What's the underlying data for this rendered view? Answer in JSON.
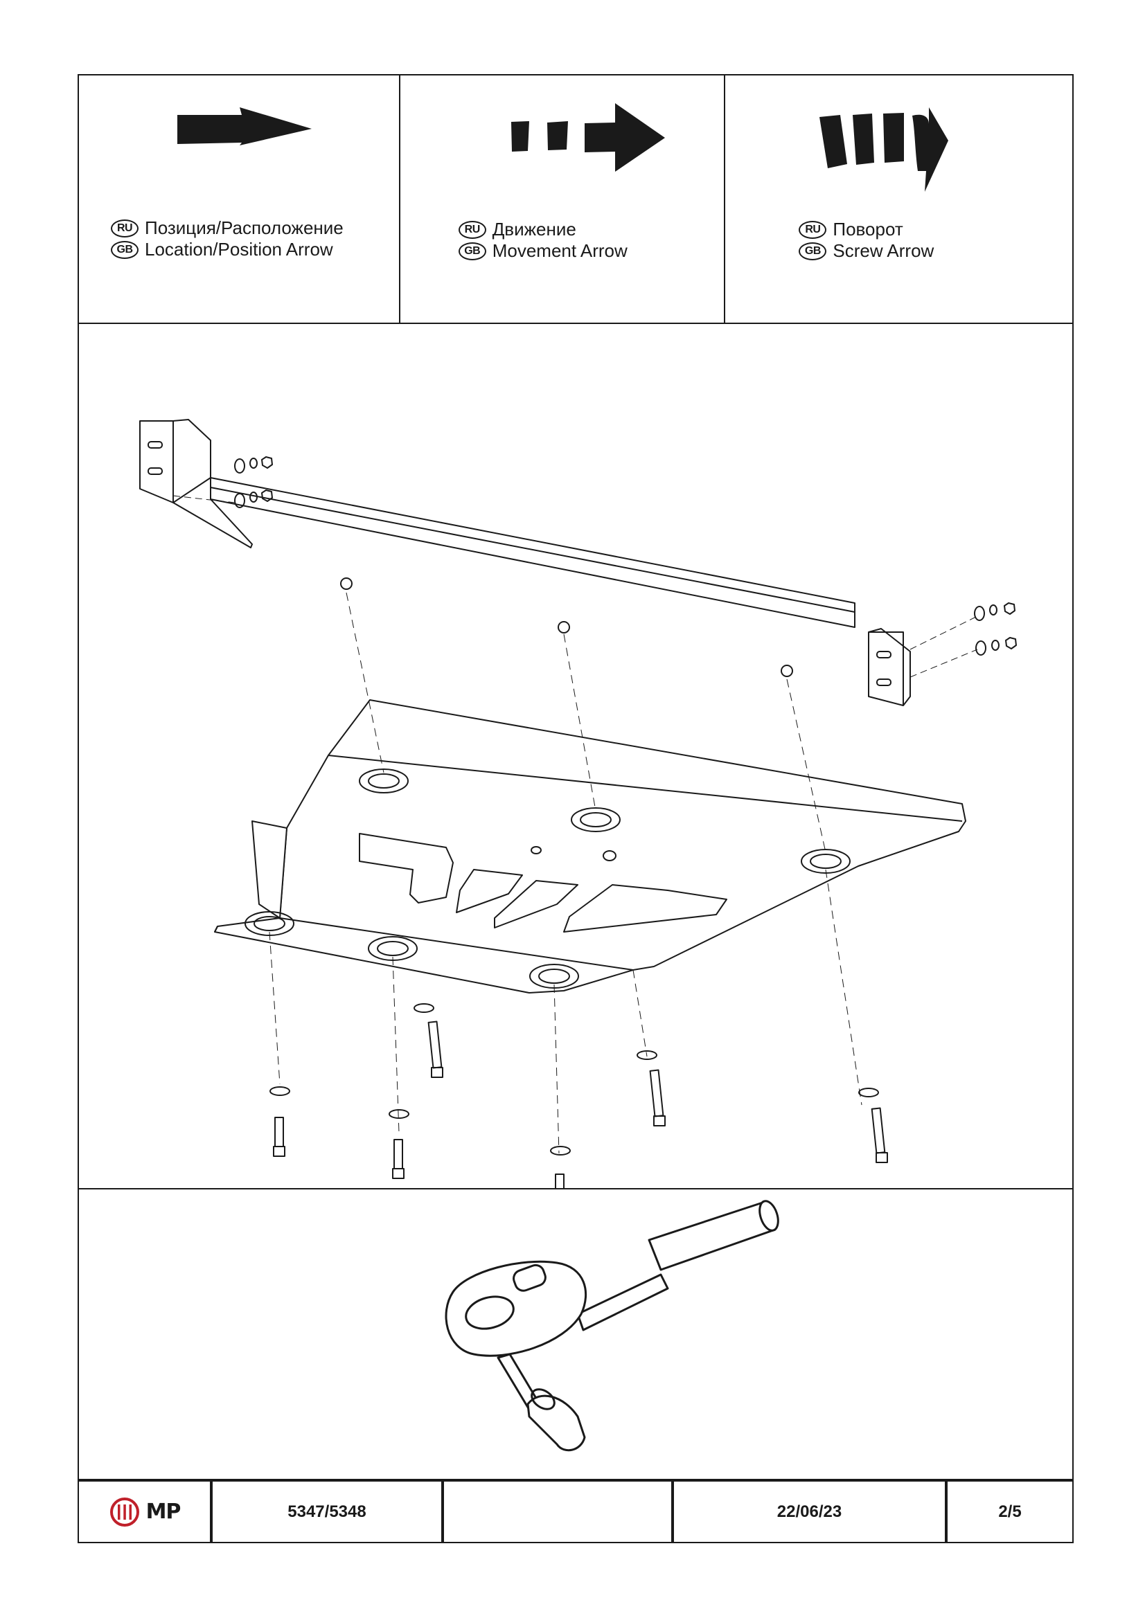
{
  "legend": [
    {
      "ru": "Позиция/Расположение",
      "gb": "Location/Position Arrow",
      "icon": "solid-arrow"
    },
    {
      "ru": "Движение",
      "gb": "Movement Arrow",
      "icon": "dashed-arrow"
    },
    {
      "ru": "Поворот",
      "gb": "Screw Arrow",
      "icon": "screw-arrow"
    }
  ],
  "badges": {
    "ru": "RU",
    "gb": "GB"
  },
  "tool": {
    "icon": "ratchet-wrench-icon"
  },
  "title_block": {
    "logo_text": "MP",
    "part_number": "5347/5348",
    "blank": "",
    "date": "22/06/23",
    "page": "2/5"
  }
}
